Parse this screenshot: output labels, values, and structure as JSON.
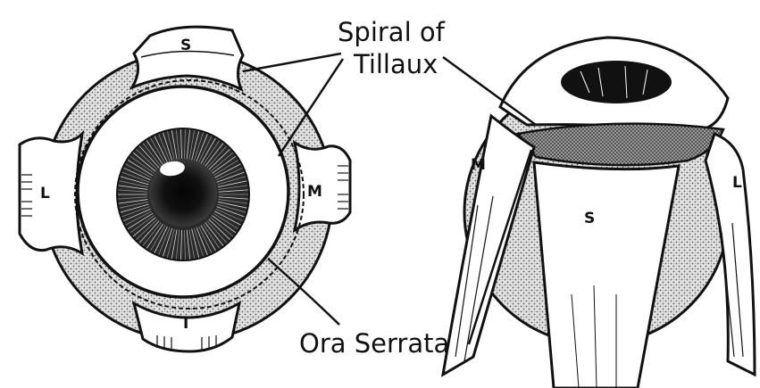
{
  "labels": {
    "spiral_line1": "Spiral of",
    "spiral_line2": "Tillaux",
    "ora_serrata": "Ora Serrata"
  },
  "front_view": {
    "superior": "S",
    "lateral": "L",
    "medial": "M",
    "inferior": "I"
  },
  "side_view": {
    "medial": "M",
    "lateral": "L",
    "superior": "S"
  },
  "colors": {
    "ink": "#111111",
    "background": "#ffffff"
  }
}
